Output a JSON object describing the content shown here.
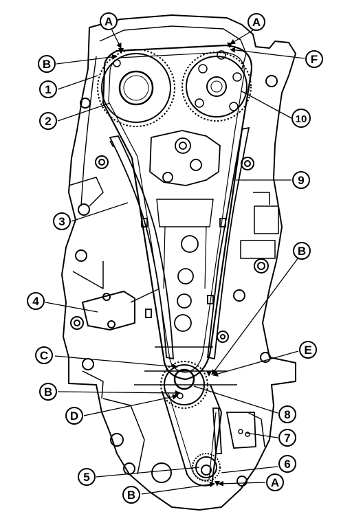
{
  "diagram": {
    "colors": {
      "line": "#000000",
      "fill": "#ffffff",
      "text": "#000000"
    },
    "callouts": [
      {
        "id": "A-left",
        "text": "A"
      },
      {
        "id": "A-right",
        "text": "A"
      },
      {
        "id": "B-top",
        "text": "B"
      },
      {
        "id": "F",
        "text": "F"
      },
      {
        "id": "1",
        "text": "1"
      },
      {
        "id": "2",
        "text": "2"
      },
      {
        "id": "10",
        "text": "10"
      },
      {
        "id": "9",
        "text": "9"
      },
      {
        "id": "3",
        "text": "3"
      },
      {
        "id": "B-mid",
        "text": "B"
      },
      {
        "id": "4",
        "text": "4"
      },
      {
        "id": "E",
        "text": "E"
      },
      {
        "id": "C",
        "text": "C"
      },
      {
        "id": "B-lower",
        "text": "B"
      },
      {
        "id": "8",
        "text": "8"
      },
      {
        "id": "D",
        "text": "D"
      },
      {
        "id": "7",
        "text": "7"
      },
      {
        "id": "6",
        "text": "6"
      },
      {
        "id": "5",
        "text": "5"
      },
      {
        "id": "A-bottom",
        "text": "A"
      },
      {
        "id": "B-bottom",
        "text": "B"
      }
    ]
  }
}
